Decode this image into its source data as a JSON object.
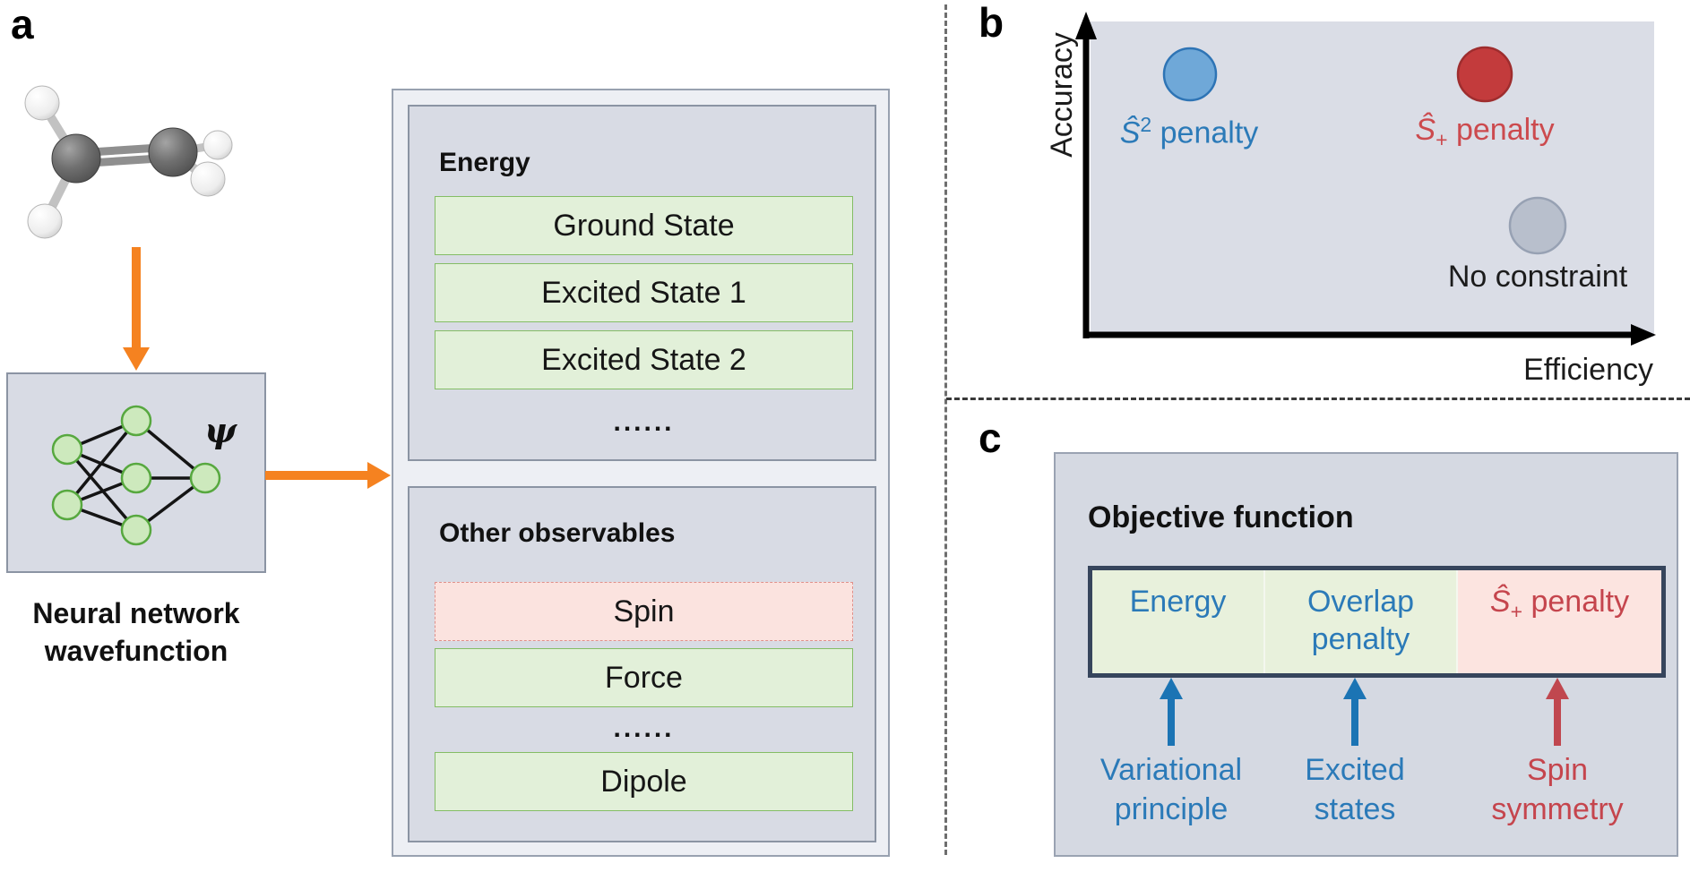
{
  "figure": {
    "panel_a": {
      "label": "a",
      "molecule": "ethylene-ball-and-stick",
      "psi_symbol": "ψ",
      "nn_caption_line1": "Neural network",
      "nn_caption_line2": "wavefunction",
      "energy": {
        "title": "Energy",
        "rows": [
          "Ground State",
          "Excited State 1",
          "Excited State 2"
        ],
        "ellipsis": "......"
      },
      "observables": {
        "title": "Other observables",
        "rows": [
          "Spin",
          "Force",
          "Dipole"
        ],
        "ellipsis": "......",
        "highlighted_row": "Spin"
      }
    },
    "panel_b": {
      "label": "b",
      "y_axis_label": "Accuracy",
      "x_axis_label": "Efficiency",
      "points": [
        {
          "id": "s2-penalty",
          "base": "Ŝ",
          "script": "2",
          "rest": " penalty",
          "dot_fill": "#6fa8d8",
          "dot_stroke": "#2e74b5",
          "label_color": "#2b7ab8",
          "position": "high-accuracy low-efficiency"
        },
        {
          "id": "splus-penalty",
          "base": "Ŝ",
          "script": "+",
          "rest": " penalty",
          "dot_fill": "#c33b3c",
          "dot_stroke": "#9e2d2e",
          "label_color": "#cc4a4e",
          "position": "high-accuracy high-efficiency"
        },
        {
          "id": "no-constraint",
          "label": "No constraint",
          "dot_fill": "#b8bfcc",
          "dot_stroke": "#97a1b3",
          "label_color": "#1c1c1c",
          "position": "low-accuracy high-efficiency"
        }
      ]
    },
    "panel_c": {
      "label": "c",
      "title": "Objective function",
      "objective_cells": [
        {
          "id": "energy",
          "text": "Energy"
        },
        {
          "id": "overlap-penalty",
          "line1": "Overlap",
          "line2": "penalty"
        },
        {
          "id": "splus-penalty",
          "base": "Ŝ",
          "sub": "+",
          "rest": " penalty"
        }
      ],
      "annotations": [
        {
          "id": "variational-principle",
          "line1": "Variational",
          "line2": "principle"
        },
        {
          "id": "excited-states",
          "line1": "Excited",
          "line2": "states"
        },
        {
          "id": "spin-symmetry",
          "line1": "Spin",
          "line2": "symmetry"
        }
      ]
    },
    "colors": {
      "panel_bg": "#d8dbe4",
      "outer_box_bg": "#edeff4",
      "outer_box_border": "#98a1b0",
      "green_row_bg": "#e2f0d9",
      "green_row_border": "#84bd65",
      "pink_row_bg": "#fbe3df",
      "pink_row_border": "#e0908a",
      "orange_arrow": "#f58220",
      "nn_node_fill": "#cde9bd",
      "nn_node_stroke": "#57a83f",
      "objective_border": "#36455c",
      "blue_accent": "#2b7ab8",
      "red_accent": "#c5454d",
      "blue_arrow": "#1b74b4",
      "red_arrow": "#c0474f"
    }
  }
}
